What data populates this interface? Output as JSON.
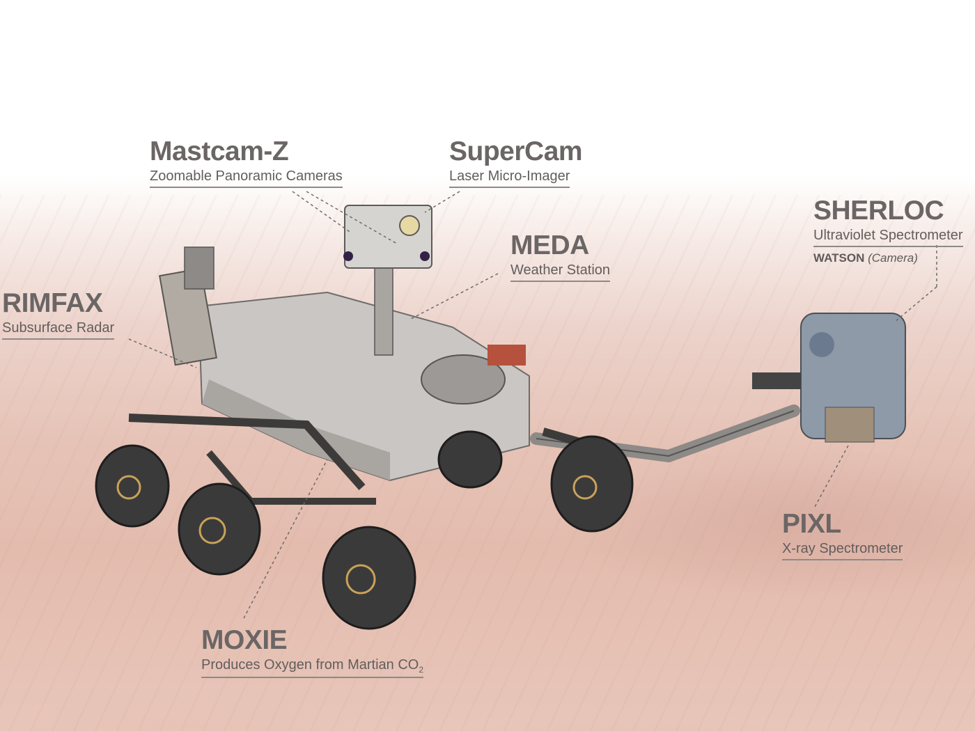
{
  "diagram": {
    "subject": "Mars rover instruments",
    "labels": [
      {
        "id": "mastcam-z",
        "title": "Mastcam-Z",
        "subtitle": "Zoomable Panoramic Cameras"
      },
      {
        "id": "supercam",
        "title": "SuperCam",
        "subtitle": "Laser Micro-Imager"
      },
      {
        "id": "sherloc",
        "title": "SHERLOC",
        "subtitle": "Ultraviolet Spectrometer",
        "extra_bold": "WATSON",
        "extra_italic": "(Camera)"
      },
      {
        "id": "meda",
        "title": "MEDA",
        "subtitle": "Weather Station"
      },
      {
        "id": "rimfax",
        "title": "RIMFAX",
        "subtitle": "Subsurface Radar"
      },
      {
        "id": "pixl",
        "title": "PIXL",
        "subtitle": "X-ray Spectrometer"
      },
      {
        "id": "moxie",
        "title": "MOXIE",
        "subtitle": "Produces Oxygen from Martian CO",
        "subtitle_subscript": "2"
      }
    ],
    "colors": {
      "label_text": "#6b6665",
      "underline": "#8e8887",
      "leader_line": "#6f6a68",
      "terrain": "#e3bcae"
    }
  }
}
